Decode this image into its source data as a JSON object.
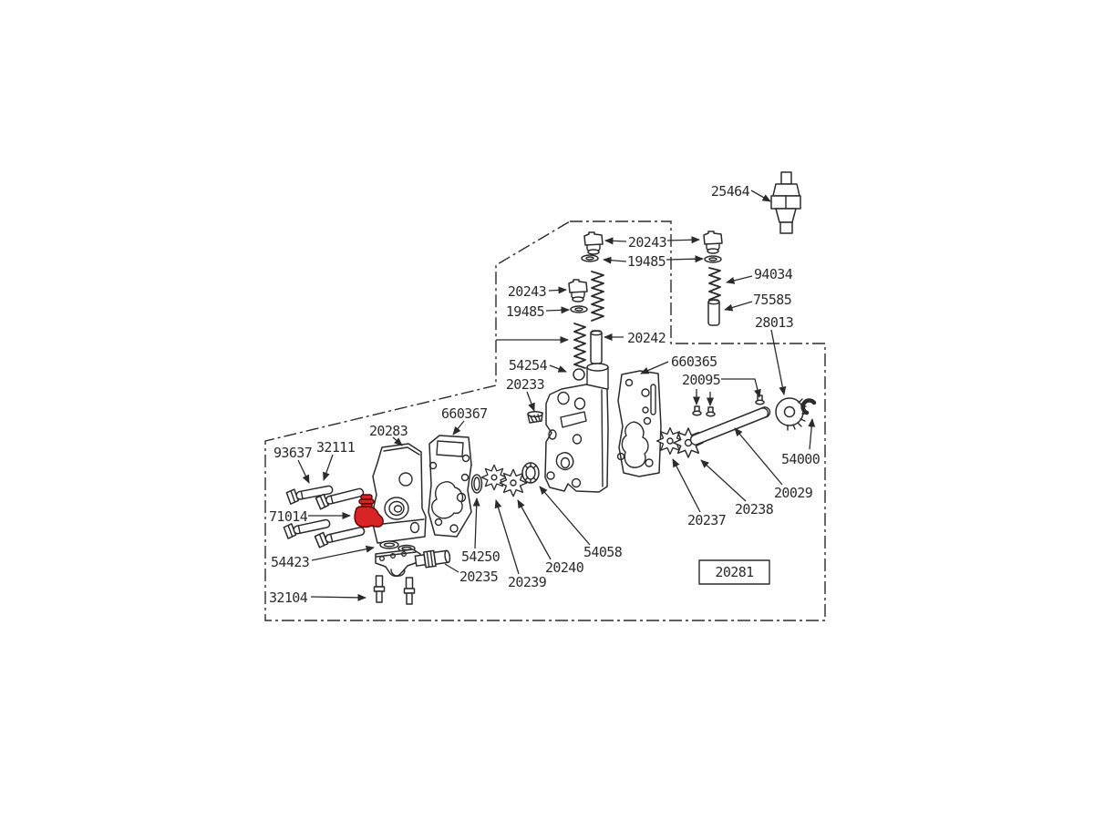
{
  "diagram": {
    "kind": "exploded-parts-diagram",
    "subject": "oil pump assembly",
    "background_color": "#ffffff",
    "line_color": "#2b2b2b",
    "highlight_color": "#d82424",
    "highlighted_part": "71014"
  },
  "labels": [
    {
      "text": "25464"
    },
    {
      "text": "20243"
    },
    {
      "text": "19485"
    },
    {
      "text": "94034"
    },
    {
      "text": "75585"
    },
    {
      "text": "28013"
    },
    {
      "text": "20243"
    },
    {
      "text": "19485"
    },
    {
      "text": "20242"
    },
    {
      "text": "54254"
    },
    {
      "text": "20233"
    },
    {
      "text": "660365"
    },
    {
      "text": "20095"
    },
    {
      "text": "660367"
    },
    {
      "text": "20283"
    },
    {
      "text": "93637"
    },
    {
      "text": "32111"
    },
    {
      "text": "71014"
    },
    {
      "text": "54423"
    },
    {
      "text": "32104"
    },
    {
      "text": "54250"
    },
    {
      "text": "20235"
    },
    {
      "text": "20239"
    },
    {
      "text": "20240"
    },
    {
      "text": "54058"
    },
    {
      "text": "20237"
    },
    {
      "text": "20238"
    },
    {
      "text": "20029"
    },
    {
      "text": "54000"
    },
    {
      "text": "20281"
    }
  ]
}
